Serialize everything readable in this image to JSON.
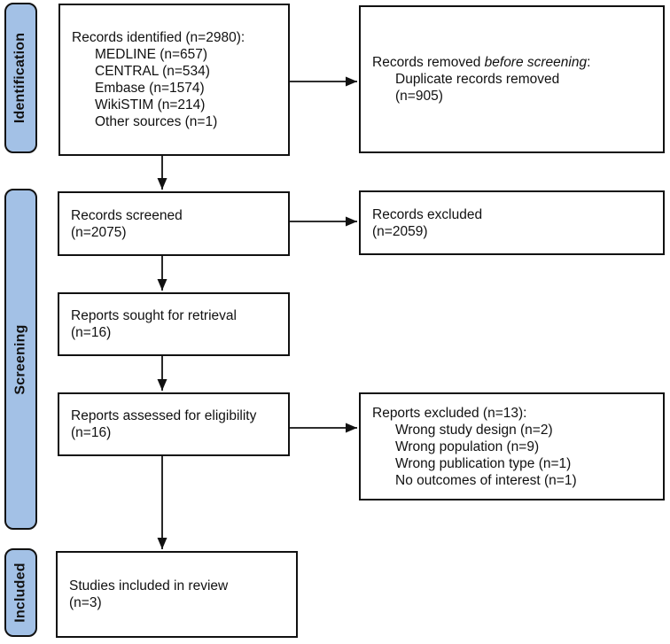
{
  "colors": {
    "stage_fill": "#a3c1e6",
    "ink": "#111111"
  },
  "stages": {
    "identification": "Identification",
    "screening": "Screening",
    "included": "Included"
  },
  "boxes": {
    "records_identified": {
      "heading": "Records identified (n=2980):",
      "items": [
        "MEDLINE (n=657)",
        "CENTRAL (n=534)",
        "Embase (n=1574)",
        "WikiSTIM (n=214)",
        "Other sources (n=1)"
      ]
    },
    "records_removed": {
      "prefix": "Records removed ",
      "emphasis": "before screening",
      "suffix": ":",
      "items": [
        "Duplicate records removed",
        "(n=905)"
      ]
    },
    "records_screened": {
      "line1": "Records screened",
      "line2": "(n=2075)"
    },
    "records_excluded": {
      "line1": "Records excluded",
      "line2": "(n=2059)"
    },
    "reports_sought": {
      "line1": "Reports sought for retrieval",
      "line2": "(n=16)"
    },
    "reports_assessed": {
      "line1": "Reports assessed for eligibility",
      "line2": "(n=16)"
    },
    "reports_excluded": {
      "heading": "Reports excluded (n=13):",
      "items": [
        "Wrong study design (n=2)",
        "Wrong population (n=9)",
        "Wrong publication type (n=1)",
        "No outcomes of interest (n=1)"
      ]
    },
    "studies_included": {
      "line1": "Studies included in review",
      "line2": "(n=3)"
    }
  }
}
